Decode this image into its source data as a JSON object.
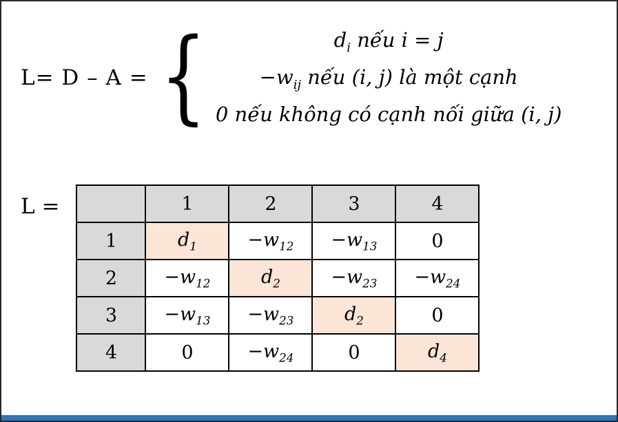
{
  "formula": {
    "lhs": "L= D – A =",
    "brace": "{",
    "cases": [
      "d_{i} nếu i = j",
      "−w_{ij} nếu (i, j) là một cạnh",
      "0 nếu không có cạnh nối giữa (i, j)"
    ]
  },
  "matrix": {
    "label": "L =",
    "corner": "",
    "col_headers": [
      "1",
      "2",
      "3",
      "4"
    ],
    "row_headers": [
      "1",
      "2",
      "3",
      "4"
    ],
    "rows": [
      [
        {
          "v": "d_{1}",
          "hl": true
        },
        {
          "v": "−w_{12}"
        },
        {
          "v": "−w_{13}"
        },
        {
          "v": "0"
        }
      ],
      [
        {
          "v": "−w_{12}"
        },
        {
          "v": "d_{2}",
          "hl": true
        },
        {
          "v": "−w_{23}"
        },
        {
          "v": "−w_{24}"
        }
      ],
      [
        {
          "v": "−w_{13}"
        },
        {
          "v": "−w_{23}"
        },
        {
          "v": "d_{2}",
          "hl": true
        },
        {
          "v": "0"
        }
      ],
      [
        {
          "v": "0"
        },
        {
          "v": "−w_{24}"
        },
        {
          "v": "0"
        },
        {
          "v": "d_{4}",
          "hl": true
        }
      ]
    ]
  },
  "colors": {
    "header_bg": "#d9d9d9",
    "diagonal_bg": "#fbe5d6",
    "accent_bar": "#2e75b6",
    "border": "#000000"
  }
}
